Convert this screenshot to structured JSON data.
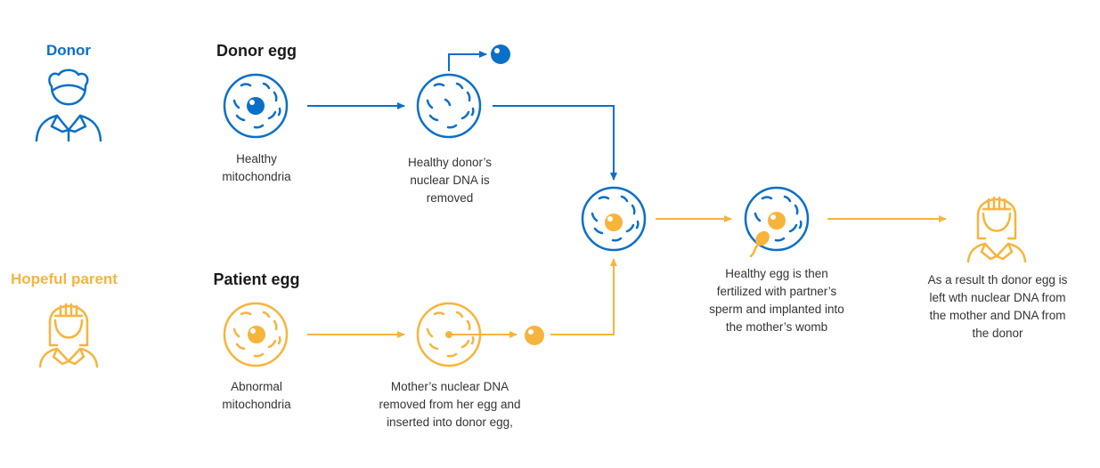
{
  "colors": {
    "donor": "#0a6fc8",
    "parent": "#f7b43d",
    "text": "#333333"
  },
  "icons": [
    "donor-person-icon",
    "hopeful-parent-person-icon",
    "egg-cell-icon",
    "nucleus-icon",
    "sperm-icon",
    "arrow-icon"
  ],
  "roles": {
    "donor": "Donor",
    "parent": "Hopeful parent"
  },
  "headings": {
    "donor_egg": "Donor egg",
    "patient_egg": "Patient egg"
  },
  "captions": {
    "healthy": [
      "Healthy",
      "mitochondria"
    ],
    "removed": [
      "Healthy donor’s",
      "nuclear DNA is",
      "removed"
    ],
    "abnormal": [
      "Abnormal",
      "mitochondria"
    ],
    "inserted": [
      "Mother’s nuclear DNA",
      "removed from her egg and",
      "inserted into donor egg,"
    ],
    "fertilized": [
      "Healthy egg is then",
      "fertilized with partner’s",
      "sperm and implanted into",
      "the mother’s womb"
    ],
    "result": [
      "As a result th donor egg is",
      "left wth nuclear DNA from",
      "the mother and DNA from",
      "the donor"
    ]
  }
}
